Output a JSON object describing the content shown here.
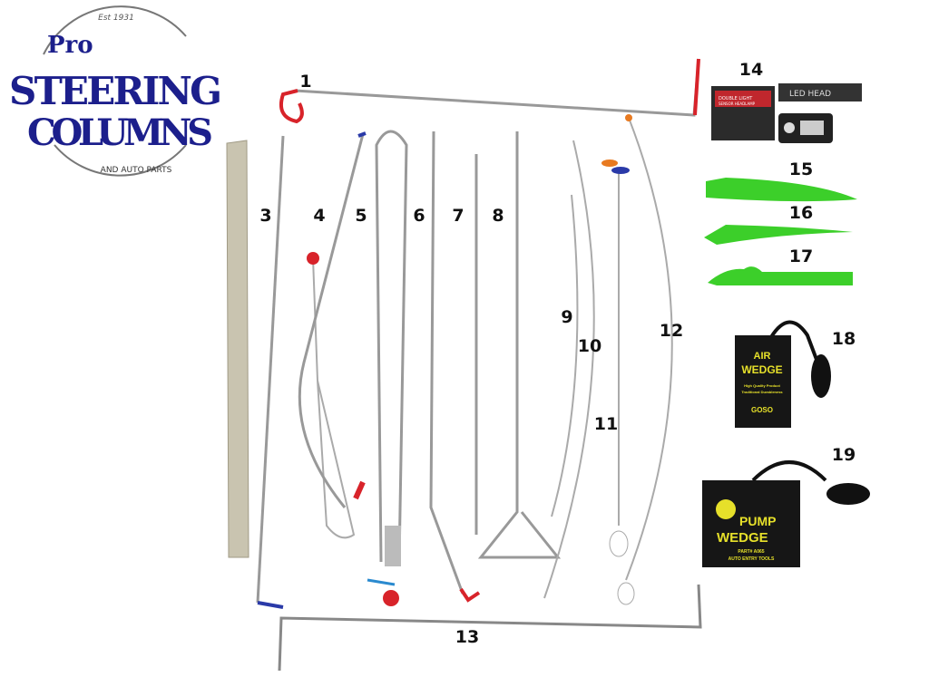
{
  "logo": {
    "est": "Est 1931",
    "line1": "Pro",
    "line2": "Steering",
    "line3": "Columns",
    "tagline": "and Auto Parts"
  },
  "labels": [
    "1",
    "3",
    "4",
    "5",
    "6",
    "7",
    "8",
    "9",
    "10",
    "11",
    "12",
    "13",
    "14",
    "15",
    "16",
    "17",
    "18",
    "19"
  ],
  "products": {
    "headlamp_box": {
      "title": "DOUBLE LIGHT",
      "subtitle": "SENSOR HEADLAMP",
      "strap": "LED HEAD"
    },
    "air_wedge": {
      "line1": "AIR",
      "line2": "WEDGE",
      "line3": "High Quality Product",
      "line4": "Traditional Durableness",
      "brand": "GOSO"
    },
    "pump_wedge": {
      "line1": "PUMP",
      "line2": "WEDGE",
      "part": "PART# A065",
      "tag": "AUTO ENTRY TOOLS"
    }
  },
  "colors": {
    "logo": "#1c1f8c",
    "wedge_green": "#3ccf2a",
    "tip_red": "#d8232a",
    "tip_blue": "#2a3aa8",
    "bag": "#161616",
    "bag_text": "#e6e02a"
  }
}
